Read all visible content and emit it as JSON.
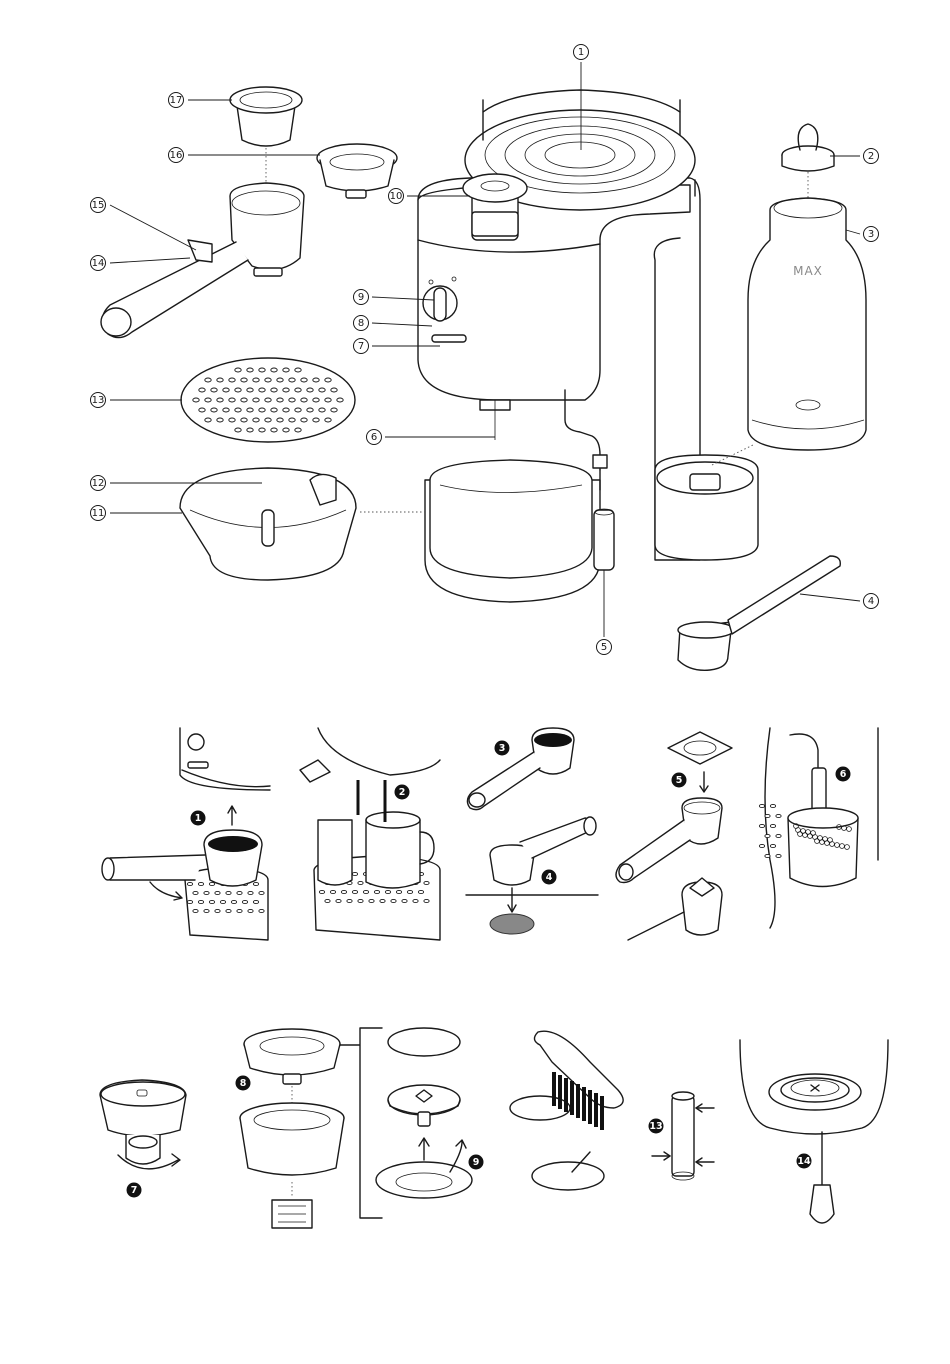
{
  "parts_labels": [
    "1",
    "2",
    "3",
    "4",
    "5",
    "6",
    "7",
    "8",
    "9",
    "10",
    "11",
    "12",
    "13",
    "14",
    "15",
    "16",
    "17"
  ],
  "tank_marking": "MAX",
  "step_labels": [
    "1",
    "2",
    "3",
    "4",
    "5",
    "6",
    "7",
    "8",
    "9",
    "13",
    "14"
  ]
}
